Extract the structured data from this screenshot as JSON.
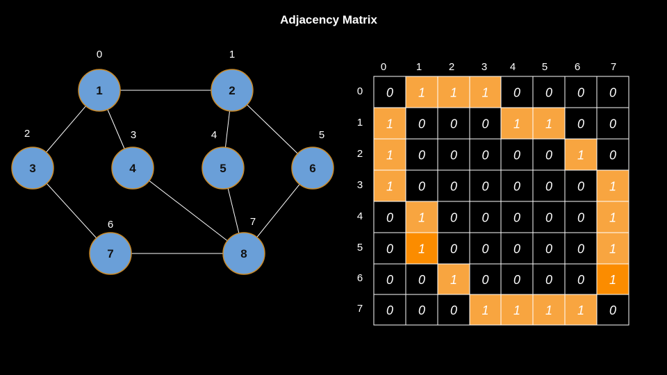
{
  "title": "Adjacency Matrix",
  "colors": {
    "background": "#000000",
    "node_fill": "#6a9fd8",
    "node_stroke": "#c98a2a",
    "edge": "#ffffff",
    "highlight": "#f8a540",
    "highlight_strong": "#fb8c00",
    "cell_default": "#000000",
    "text": "#ffffff",
    "node_text": "#111111"
  },
  "graph": {
    "nodes": [
      {
        "label": "1",
        "index": "0"
      },
      {
        "label": "2",
        "index": "1"
      },
      {
        "label": "3",
        "index": "2"
      },
      {
        "label": "4",
        "index": "3"
      },
      {
        "label": "5",
        "index": "4"
      },
      {
        "label": "6",
        "index": "5"
      },
      {
        "label": "7",
        "index": "6"
      },
      {
        "label": "8",
        "index": "7"
      }
    ],
    "edges": [
      [
        0,
        1
      ],
      [
        0,
        2
      ],
      [
        0,
        3
      ],
      [
        1,
        4
      ],
      [
        1,
        5
      ],
      [
        2,
        6
      ],
      [
        3,
        7
      ],
      [
        4,
        7
      ],
      [
        5,
        7
      ],
      [
        6,
        7
      ]
    ]
  },
  "matrix": {
    "column_headers": [
      "0",
      "1",
      "2",
      "3",
      "4",
      "5",
      "6",
      "7"
    ],
    "row_headers": [
      "0",
      "1",
      "2",
      "3",
      "4",
      "5",
      "6",
      "7"
    ],
    "rows": [
      [
        0,
        1,
        1,
        1,
        0,
        0,
        0,
        0
      ],
      [
        1,
        0,
        0,
        0,
        1,
        1,
        0,
        0
      ],
      [
        1,
        0,
        0,
        0,
        0,
        0,
        1,
        0
      ],
      [
        1,
        0,
        0,
        0,
        0,
        0,
        0,
        1
      ],
      [
        0,
        1,
        0,
        0,
        0,
        0,
        0,
        1
      ],
      [
        0,
        1,
        0,
        0,
        0,
        0,
        0,
        1
      ],
      [
        0,
        0,
        1,
        0,
        0,
        0,
        0,
        1
      ],
      [
        0,
        0,
        0,
        1,
        1,
        1,
        1,
        0
      ]
    ],
    "strong_cells": [
      [
        5,
        1
      ],
      [
        6,
        7
      ]
    ]
  }
}
